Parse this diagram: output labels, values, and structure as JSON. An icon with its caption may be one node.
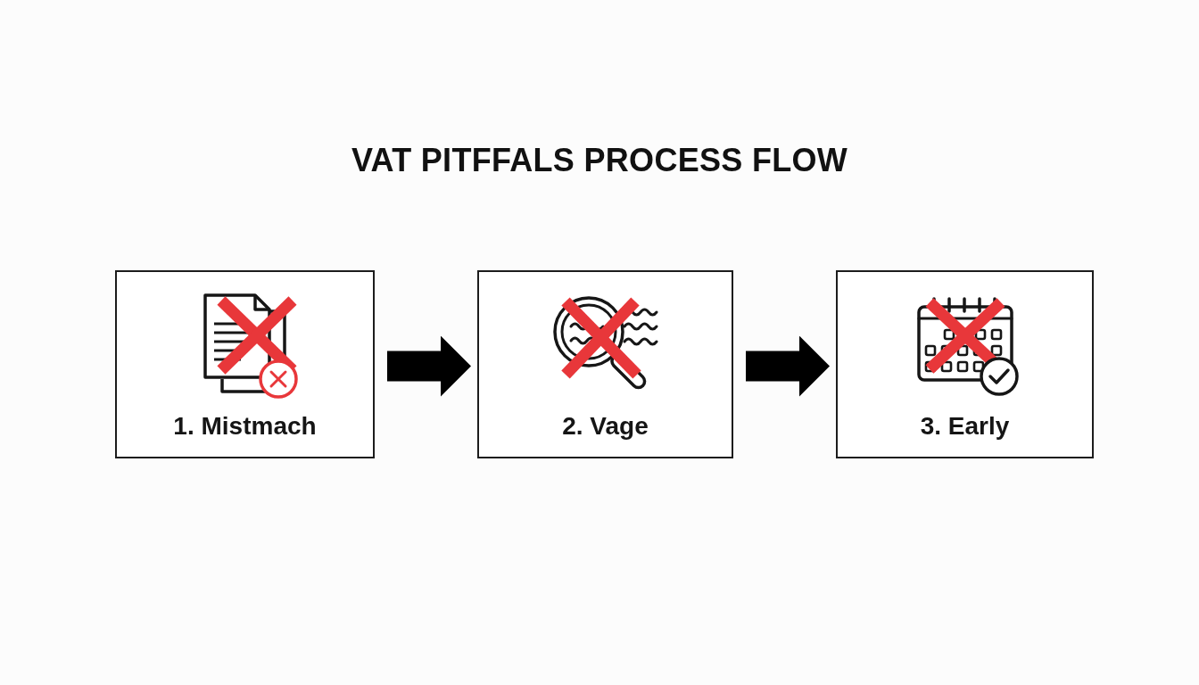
{
  "diagram": {
    "title": "VAT PITFFALS PROCESS FLOW",
    "nodes": [
      {
        "text": [
          "1. Mistmach"
        ]
      },
      {
        "text": [
          "2. Vage"
        ]
      },
      {
        "text": [
          "3. Early"
        ]
      }
    ],
    "edges": [
      {
        "from": 0,
        "to": 1,
        "arrow": "to"
      },
      {
        "from": 1,
        "to": 2,
        "arrow": "to"
      }
    ]
  }
}
